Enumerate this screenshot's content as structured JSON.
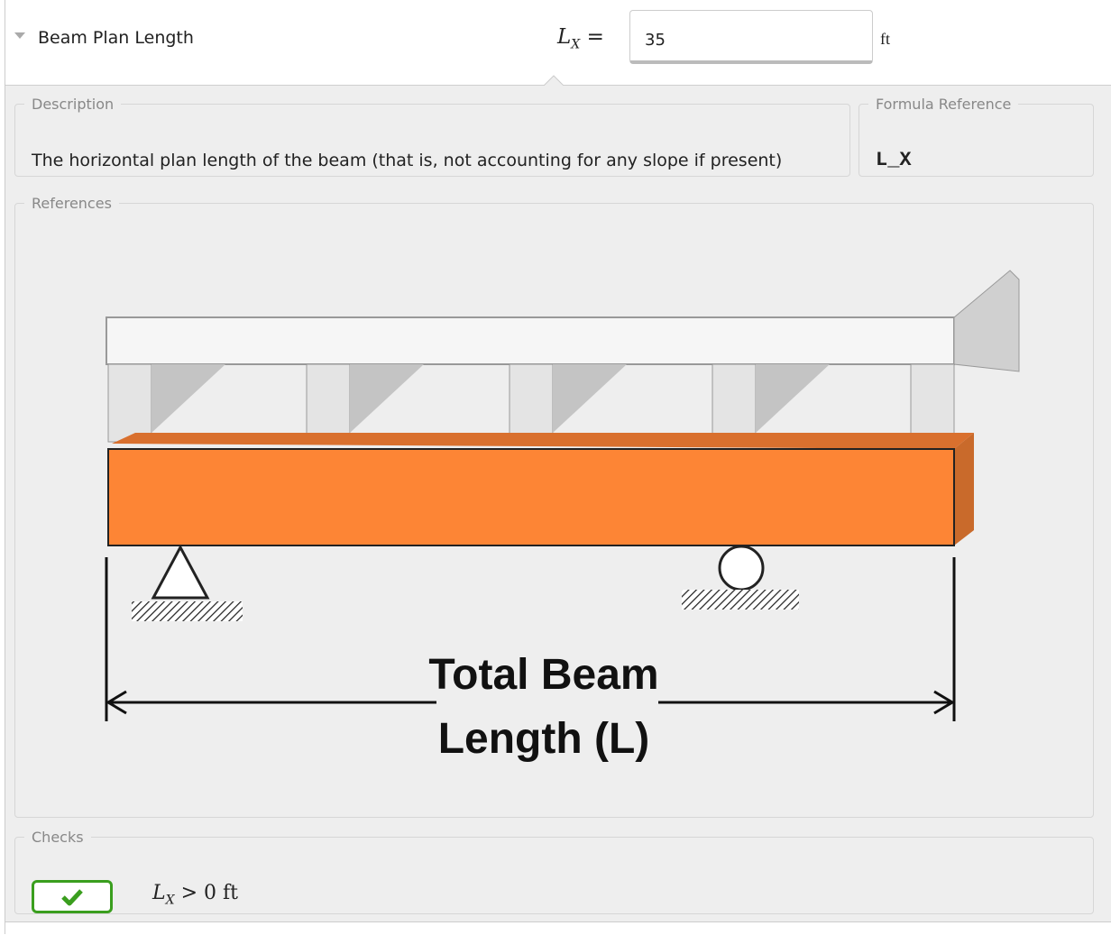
{
  "field": {
    "title": "Beam Plan Length",
    "symbol": "L",
    "symbol_sub": "X",
    "equals": "=",
    "value": "35",
    "unit": "ft"
  },
  "description": {
    "legend": "Description",
    "text": "The horizontal plan length of the beam (that is, not accounting for any slope if present)"
  },
  "formula_reference": {
    "legend": "Formula Reference",
    "text": "L_X"
  },
  "references": {
    "legend": "References",
    "diagram_label_line1": "Total Beam",
    "diagram_label_line2": "Length (L)",
    "beam_color": "#fd8535"
  },
  "checks": {
    "legend": "Checks",
    "items": [
      {
        "status": "pass",
        "symbol": "L",
        "symbol_sub": "X",
        "expression": " > 0 ft",
        "color": "#3a9e1e"
      }
    ]
  }
}
